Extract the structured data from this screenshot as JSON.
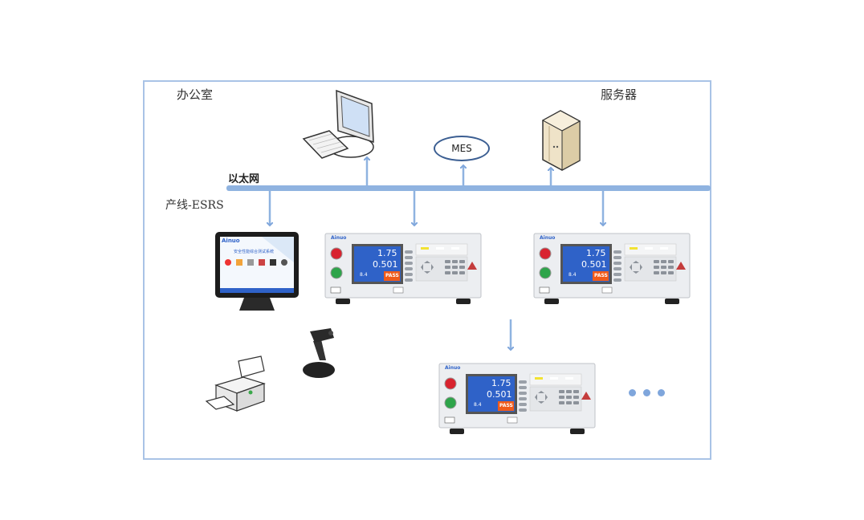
{
  "diagram": {
    "title": "Network topology",
    "zones": {
      "office_label": "办公室",
      "server_label": "服务器",
      "ethernet_label": "以太网",
      "production_line_label": "产线-ESRS"
    },
    "nodes": {
      "mes_label": "MES",
      "pc": "desktop-computer",
      "server": "server-tower",
      "touch_terminal": {
        "brand": "Ainuo",
        "screen_title": "安全性能综合测试系统"
      },
      "testers": [
        {
          "brand": "Ainuo",
          "reading_1": "1.75",
          "reading_2": "0.501",
          "reading_3": "8.4",
          "status": "PASS"
        },
        {
          "brand": "Ainuo",
          "reading_1": "1.75",
          "reading_2": "0.501",
          "reading_3": "8.4",
          "status": "PASS"
        },
        {
          "brand": "Ainuo",
          "reading_1": "1.75",
          "reading_2": "0.501",
          "reading_3": "8.4",
          "status": "PASS"
        }
      ],
      "printer": "printer",
      "scanner": "barcode-scanner",
      "more": "ellipsis"
    },
    "colors": {
      "frame": "#a9c3e6",
      "bus": "#8fb3e0",
      "arrow": "#7fa6dc",
      "mes_border": "#3b5e92",
      "screen_blue": "#2f62c8",
      "pass_orange": "#f05a1a"
    }
  }
}
